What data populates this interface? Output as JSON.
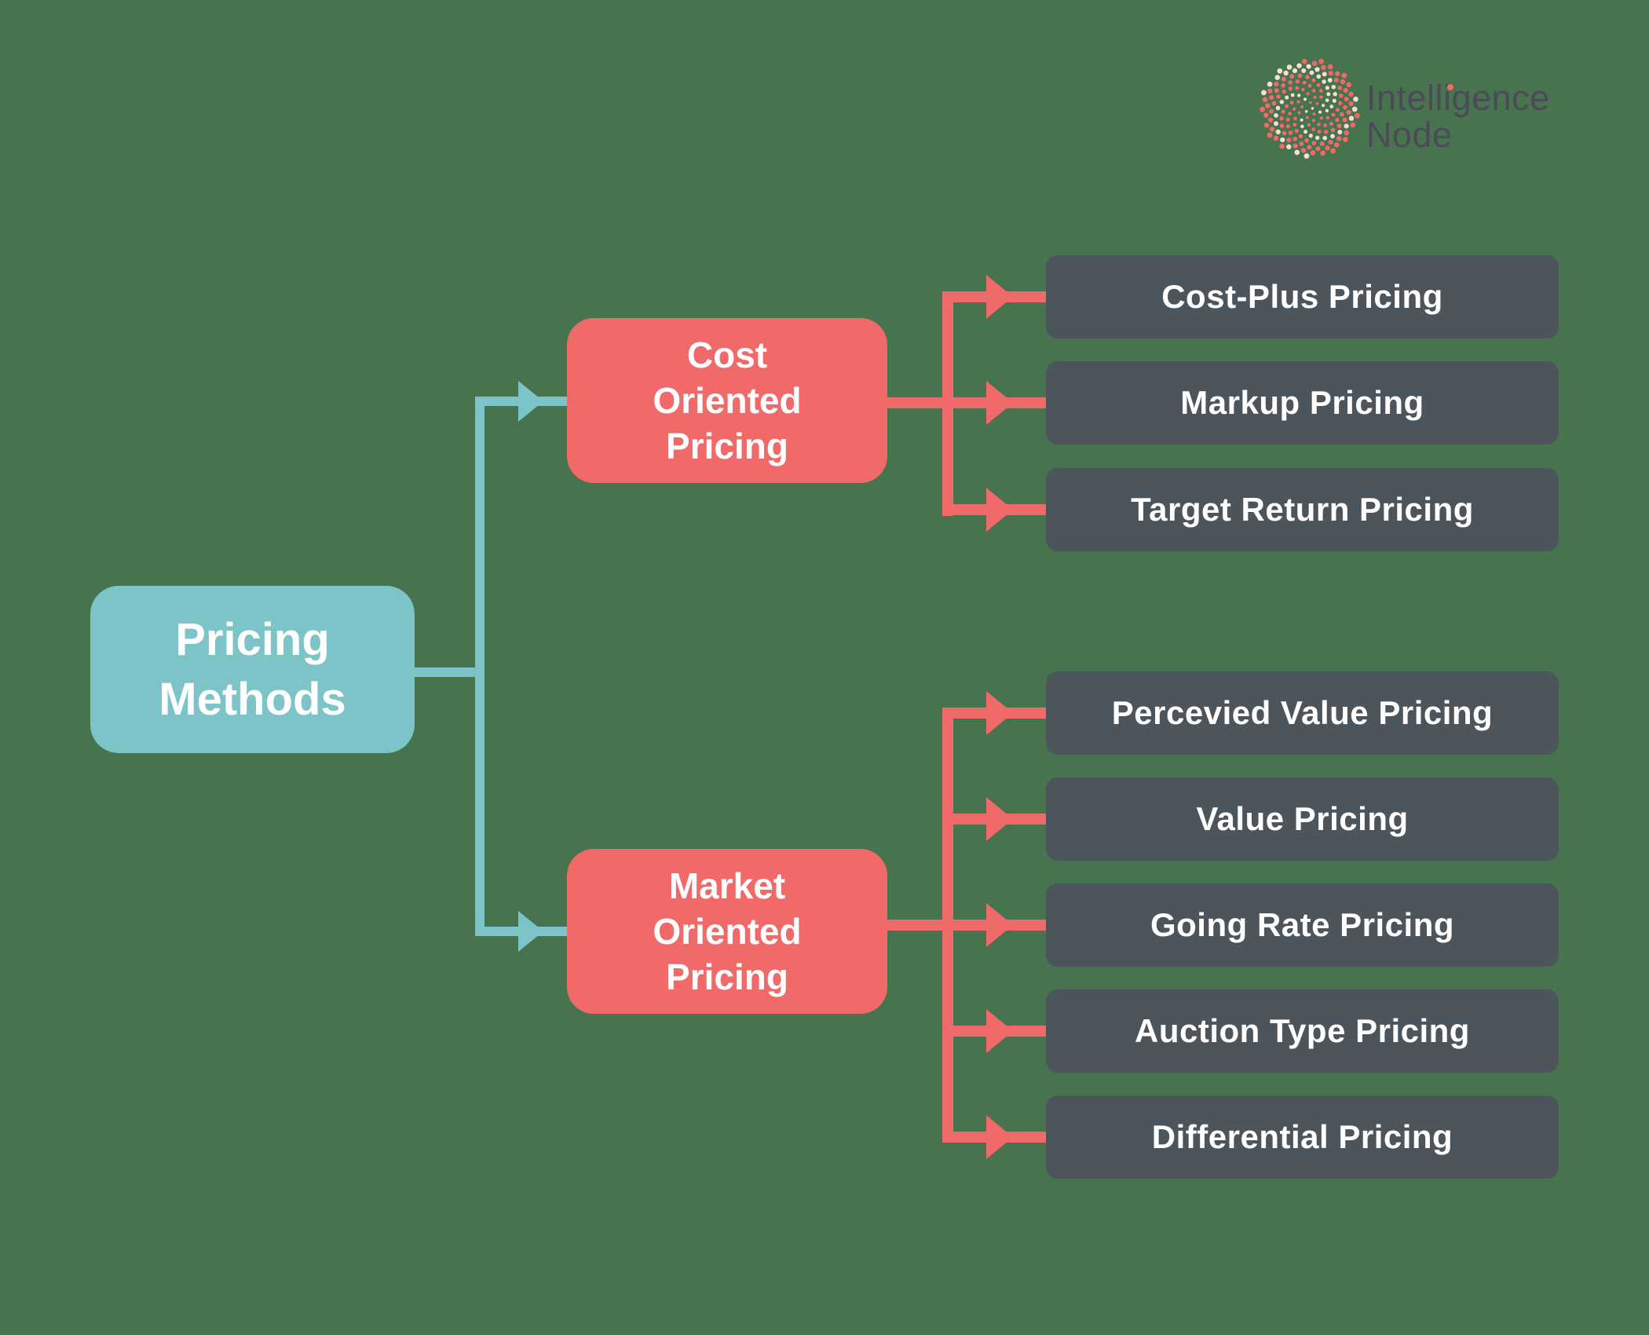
{
  "colors": {
    "background": "#48734f",
    "teal": "#7cc4c8",
    "red": "#f06a6a",
    "dark": "#4d555c",
    "white": "#ffffff",
    "logo_text": "#4b4b57",
    "logo_dot_primary": "#f06a6a",
    "logo_dot_secondary": "#f8ded6"
  },
  "logo": {
    "line1": "Intelligence",
    "line2": "Node"
  },
  "tree": {
    "root": {
      "lines": [
        "Pricing",
        "Methods"
      ],
      "label": "Pricing Methods"
    },
    "branches": [
      {
        "label": "Cost Oriented Pricing",
        "lines": [
          "Cost",
          "Oriented",
          "Pricing"
        ],
        "children": [
          "Cost-Plus Pricing",
          "Markup Pricing",
          "Target Return Pricing"
        ]
      },
      {
        "label": "Market Oriented Pricing",
        "lines": [
          "Market",
          "Oriented",
          "Pricing"
        ],
        "children": [
          "Percevied Value Pricing",
          "Value Pricing",
          "Going Rate Pricing",
          "Auction Type Pricing",
          "Differential Pricing"
        ]
      }
    ]
  }
}
